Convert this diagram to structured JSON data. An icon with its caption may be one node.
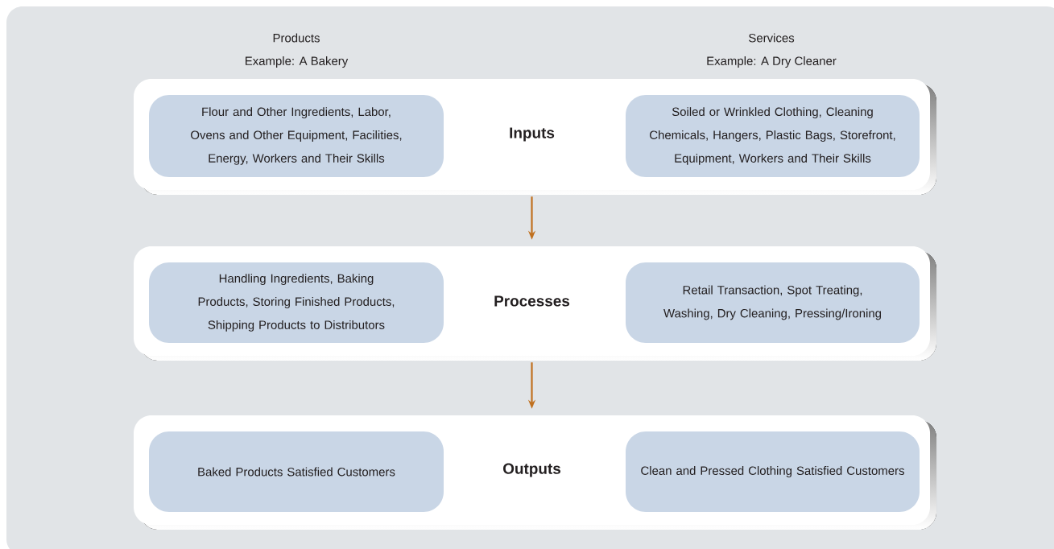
{
  "diagram": {
    "nodes": [
      {
        "text": [
          "Inputs"
        ]
      },
      {
        "text": [
          "Flour and Other Ingredients, Labor, Ovens and Other Equipment, Facilities, Energy, Workers and Their Skills"
        ],
        "in": 0
      },
      {
        "text": [
          "Soiled or Wrinkled Clothing, Cleaning Chemicals, Hangers, Plastic Bags, Storefront, Equipment, Workers and Their Skills"
        ],
        "in": 0
      },
      {
        "text": [
          "Processes"
        ]
      },
      {
        "text": [
          "Handling Ingredients, Baking Products, Storing Finished Products, Shipping Products to Distributors"
        ],
        "in": 3
      },
      {
        "text": [
          "Retail Transaction, Spot Treating, Washing, Dry Cleaning, Pressing/Ironing"
        ],
        "in": 3
      },
      {
        "text": [
          "Outputs"
        ]
      },
      {
        "text": [
          "Baked Products Satisfied Customers"
        ],
        "in": 6
      },
      {
        "text": [
          "Clean and Pressed Clothing Satisfied Customers"
        ],
        "in": 6
      }
    ],
    "edges": [
      {
        "from": 0,
        "to": 3,
        "arrow": "to"
      },
      {
        "from": 3,
        "to": 6,
        "arrow": "to"
      }
    ],
    "labels": [
      "Products",
      "Example: A Bakery",
      "Services",
      "Example: A Dry Cleaner"
    ]
  }
}
